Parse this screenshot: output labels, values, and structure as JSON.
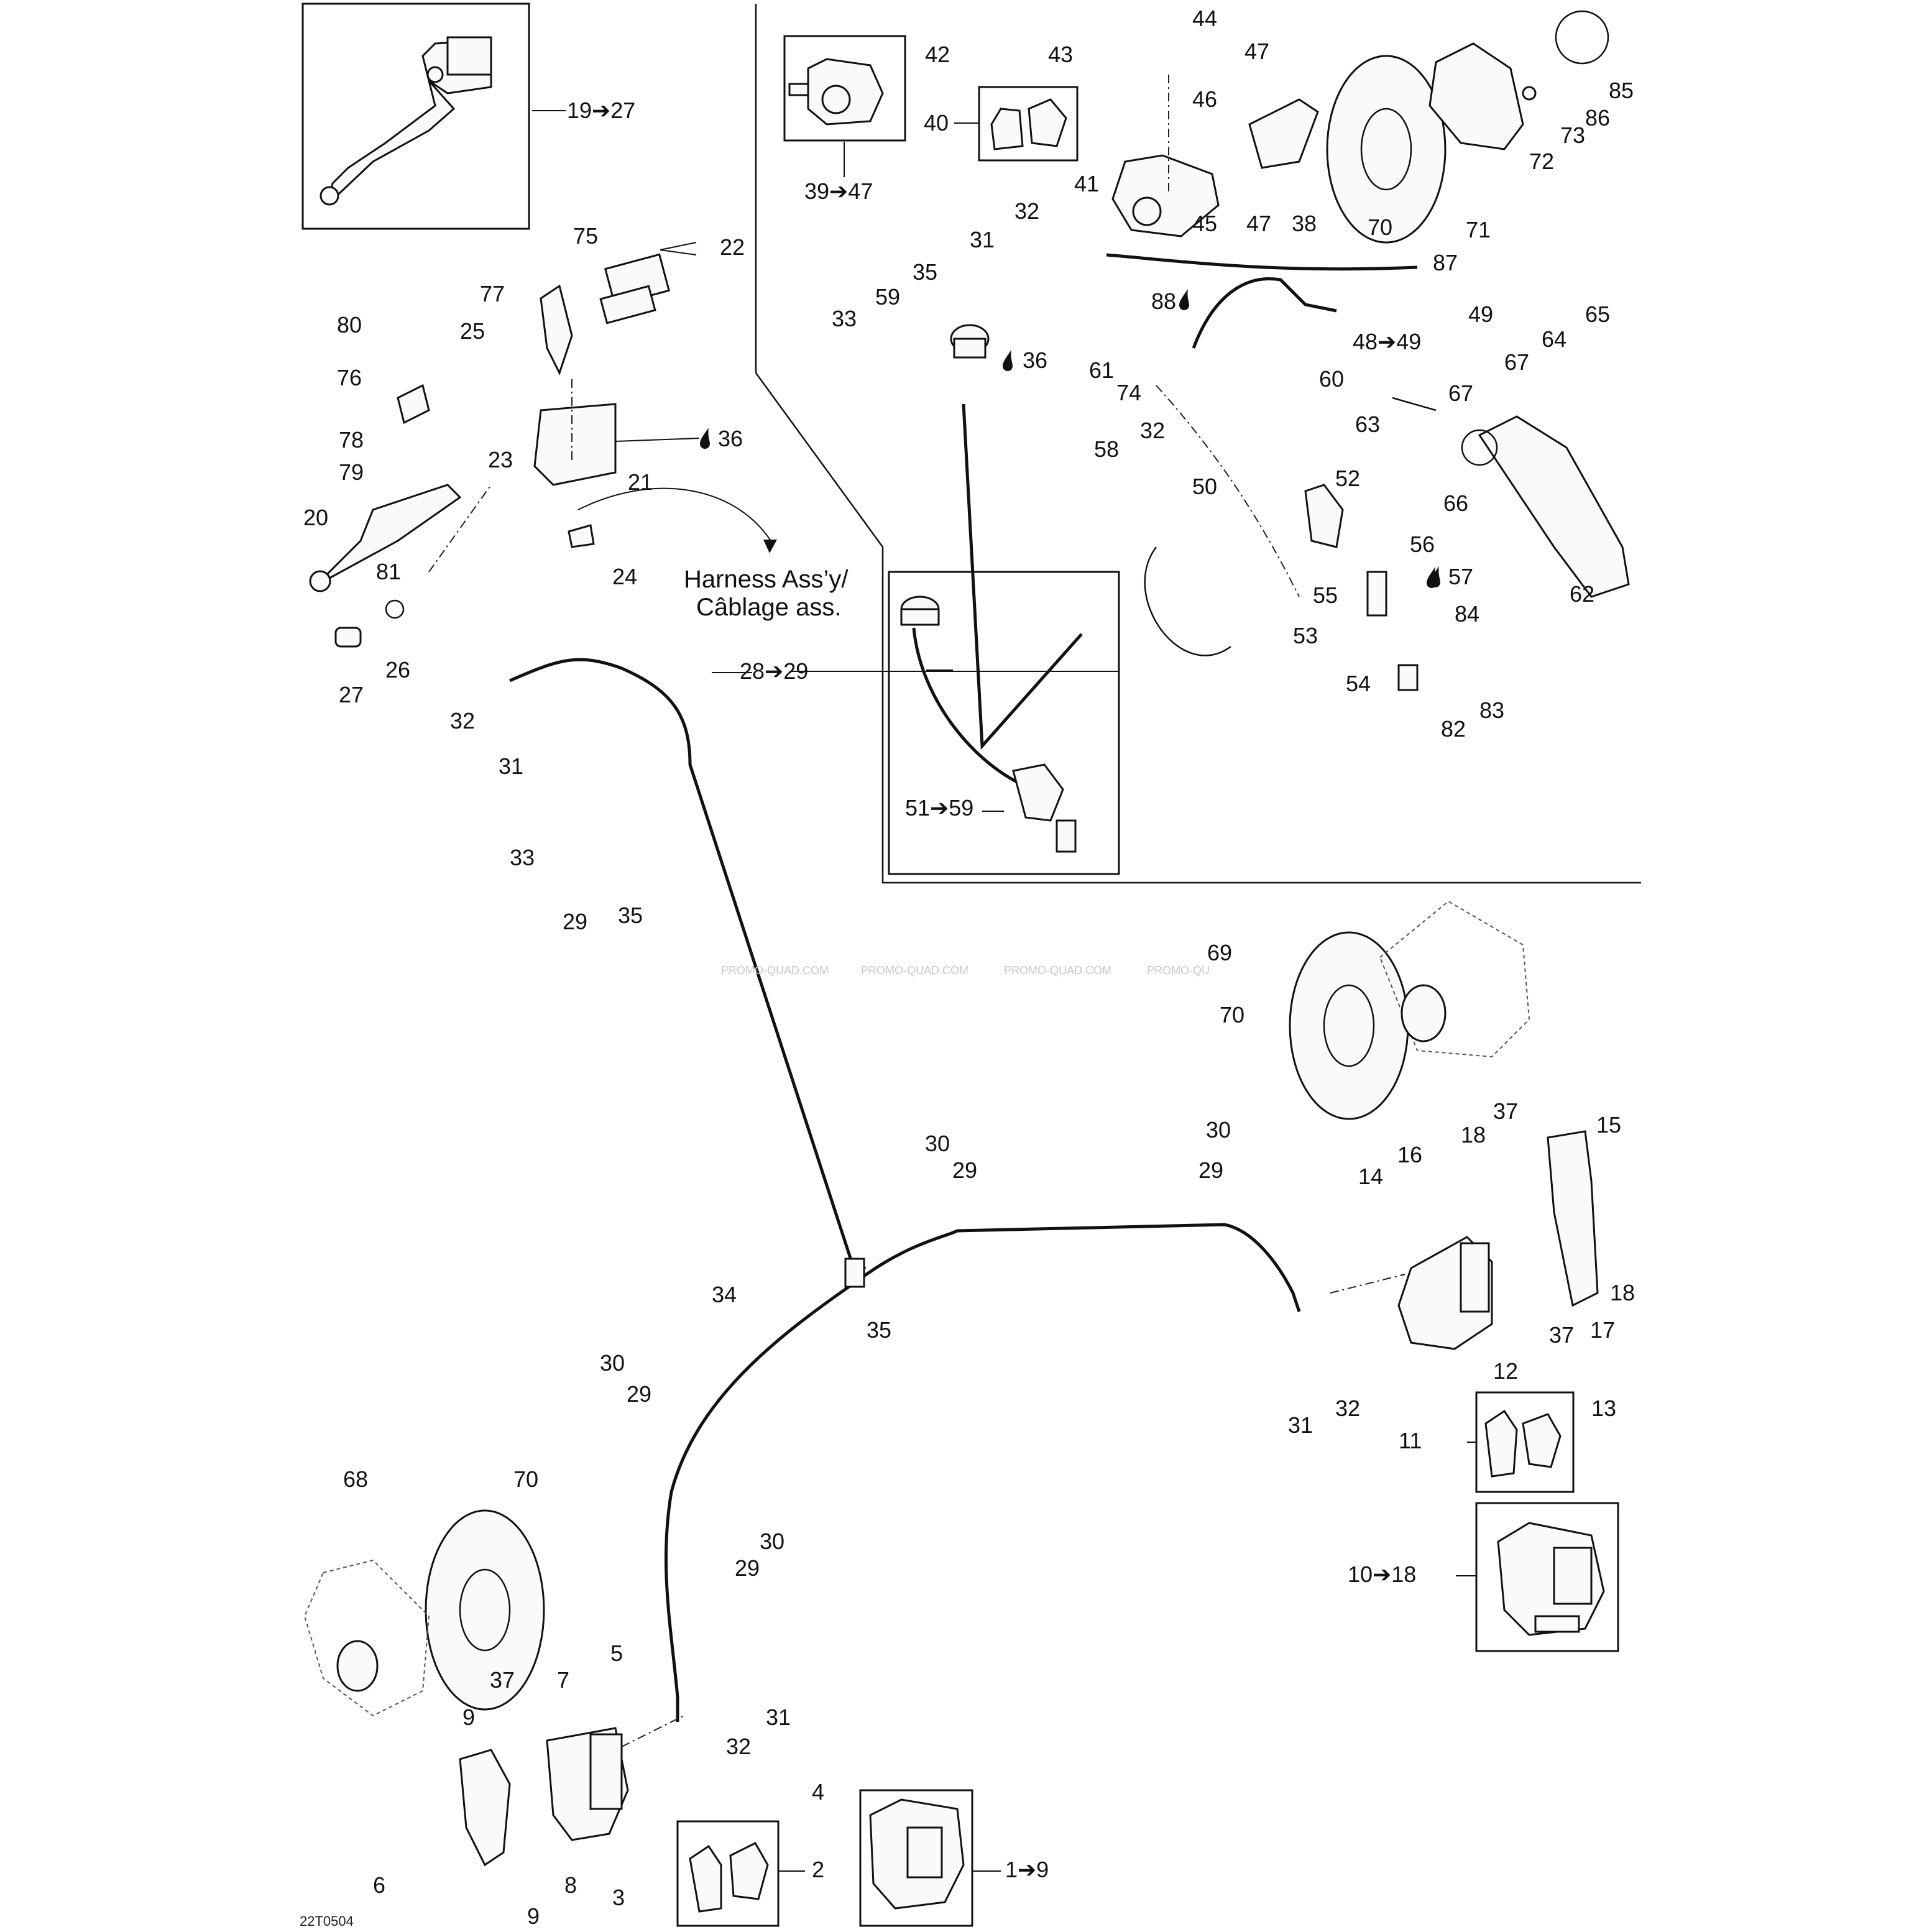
{
  "diagram_id": "22T0504",
  "watermarks": [
    "PROMO-QUAD.COM",
    "PROMO-QUAD.COM",
    "PROMO-QUAD.COM",
    "PROMO-QU"
  ],
  "harness_note": [
    "Harness Ass’y/",
    "Câblage ass."
  ],
  "ranges": {
    "r19_27": "19➔27",
    "r39_47": "39➔47",
    "r48_49": "48➔49",
    "r51_59": "51➔59",
    "r28_29": "28➔29",
    "r10_18": "10➔18",
    "r1_9": "1➔9"
  },
  "callouts": {
    "c1": "22",
    "c2": "75",
    "c3": "77",
    "c4": "80",
    "c5": "25",
    "c6": "76",
    "c7": "78",
    "c8": "79",
    "c9": "23",
    "c10": "21",
    "c11": "36",
    "c12": "20",
    "c13": "81",
    "c14": "24",
    "c15": "26",
    "c16": "27",
    "c17": "32",
    "c18": "31",
    "c19": "33",
    "c20": "29",
    "c21": "35",
    "c22": "44",
    "c23": "42",
    "c24": "43",
    "c25": "47",
    "c26": "40",
    "c27": "46",
    "c28": "41",
    "c29": "45",
    "c30": "47",
    "c31": "38",
    "c32": "70",
    "c33": "71",
    "c34": "72",
    "c35": "73",
    "c36": "86",
    "c37": "85",
    "c38": "32",
    "c39": "31",
    "c40": "35",
    "c41": "59",
    "c42": "33",
    "c43": "36",
    "c44": "87",
    "c45": "88",
    "c46": "49",
    "c47": "61",
    "c48": "74",
    "c49": "60",
    "c50": "32",
    "c51": "65",
    "c52": "64",
    "c53": "67",
    "c54": "67",
    "c55": "63",
    "c56": "66",
    "c57": "62",
    "c58": "58",
    "c59": "50",
    "c60": "52",
    "c61": "56",
    "c62": "57",
    "c63": "55",
    "c64": "53",
    "c65": "84",
    "c66": "54",
    "c67": "83",
    "c68": "82",
    "c69": "69",
    "c70": "70",
    "c71": "37",
    "c72": "15",
    "c73": "18",
    "c74": "16",
    "c75": "14",
    "c76": "18",
    "c77": "37",
    "c78": "17",
    "c79": "12",
    "c80": "11",
    "c81": "13",
    "c82": "30",
    "c83": "29",
    "c84": "30",
    "c85": "29",
    "c86": "34",
    "c87": "35",
    "c88": "30",
    "c89": "29",
    "c90": "31",
    "c91": "32",
    "c92": "68",
    "c93": "70",
    "c94": "30",
    "c95": "29",
    "c96": "5",
    "c97": "37",
    "c98": "7",
    "c99": "9",
    "c100": "31",
    "c101": "32",
    "c102": "4",
    "c103": "2",
    "c104": "3",
    "c105": "6",
    "c106": "8",
    "c107": "9"
  }
}
